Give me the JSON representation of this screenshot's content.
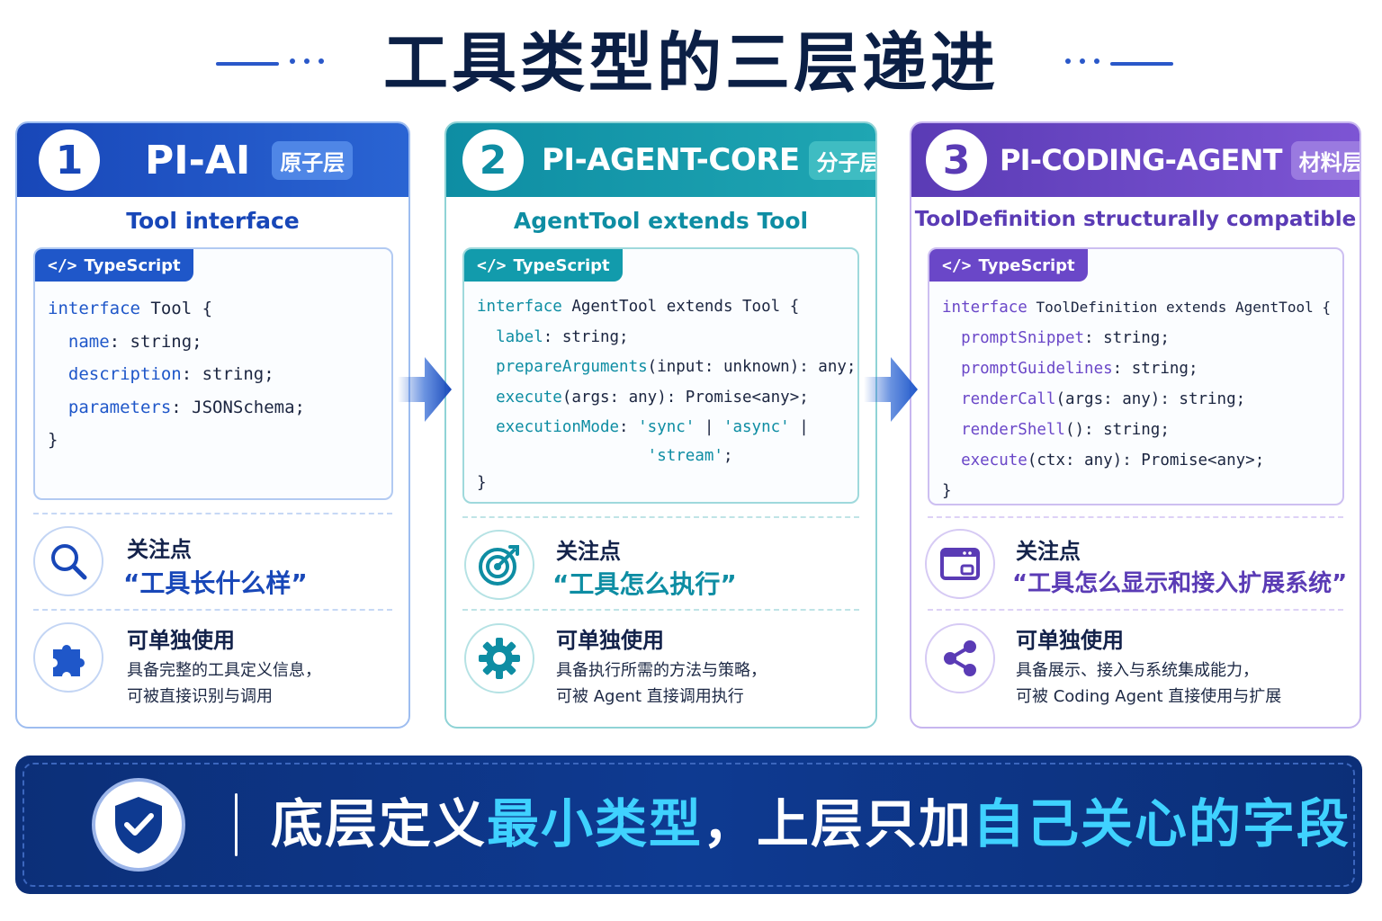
{
  "title": "工具类型的三层递进",
  "cards": [
    {
      "number": "1",
      "name": "PI-AI",
      "tag": "原子层",
      "subtitle": "Tool interface",
      "code_lang": "TypeScript",
      "code_icon": "</>",
      "focus_label": "关注点",
      "focus_quote": "“工具长什么样”",
      "focus_icon": "search-icon",
      "use_title": "可单独使用",
      "use_line1": "具备完整的工具定义信息，",
      "use_line2": "可被直接识别与调用",
      "use_icon": "puzzle-icon",
      "color": "#1847b8"
    },
    {
      "number": "2",
      "name": "PI-AGENT-CORE",
      "tag": "分子层",
      "subtitle": "AgentTool extends Tool",
      "code_lang": "TypeScript",
      "code_icon": "</>",
      "focus_label": "关注点",
      "focus_quote": "“工具怎么执行”",
      "focus_icon": "target-icon",
      "use_title": "可单独使用",
      "use_line1": "具备执行所需的方法与策略，",
      "use_line2": "可被 Agent 直接调用执行",
      "use_icon": "gear-icon",
      "color": "#0e8da3"
    },
    {
      "number": "3",
      "name": "PI-CODING-AGENT",
      "tag": "材料层",
      "subtitle": "ToolDefinition structurally compatible",
      "code_lang": "TypeScript",
      "code_icon": "</>",
      "focus_label": "关注点",
      "focus_quote": "“工具怎么显示和接入扩展系统”",
      "focus_icon": "window-icon",
      "use_title": "可单独使用",
      "use_line1": "具备展示、接入与系统集成能力，",
      "use_line2": "可被 Coding Agent 直接使用与扩展",
      "use_icon": "share-icon",
      "color": "#5a3bb5"
    }
  ],
  "code": {
    "c1": {
      "l1_kw": "interface",
      "l1_rest": " Tool {",
      "l2_kw": "name",
      "l2_rest": ": string;",
      "l3_kw": "description",
      "l3_rest": ": string;",
      "l4_kw": "parameters",
      "l4_rest": ": JSONSchema;",
      "l5": "}"
    },
    "c2": {
      "l1_kw": "interface",
      "l1_rest": " AgentTool extends Tool {",
      "l2_kw": "label",
      "l2_rest": ": string;",
      "l3_kw": "prepareArguments",
      "l3_rest": "(input: unknown): any;",
      "l4_kw": "execute",
      "l4_rest": "(args: any): Promise<any>;",
      "l5_kw": "executionMode",
      "l5_a": ": ",
      "l5_s1": "'sync'",
      "l5_b": " | ",
      "l5_s2": "'async'",
      "l5_c": " |",
      "l6_s": "'stream'",
      "l6_rest": ";",
      "l7": "}"
    },
    "c3": {
      "l1_kw": "interface",
      "l1_rest": " ToolDefinition extends AgentTool {",
      "l2_kw": "promptSnippet",
      "l2_rest": ": string;",
      "l3_kw": "promptGuidelines",
      "l3_rest": ": string;",
      "l4_kw": "renderCall",
      "l4_rest": "(args: any): string;",
      "l5_kw": "renderShell",
      "l5_rest": "(): string;",
      "l6_kw": "execute",
      "l6_rest": "(ctx: any): Promise<any>;",
      "l7": "}"
    }
  },
  "banner": {
    "part1": "底层定义",
    "part2": "最小类型",
    "part3": "，上层只加",
    "part4": "自己关心的字段",
    "icon": "shield-check-icon",
    "text_color": "#ffffff",
    "highlight_color": "#3fd2ff"
  }
}
